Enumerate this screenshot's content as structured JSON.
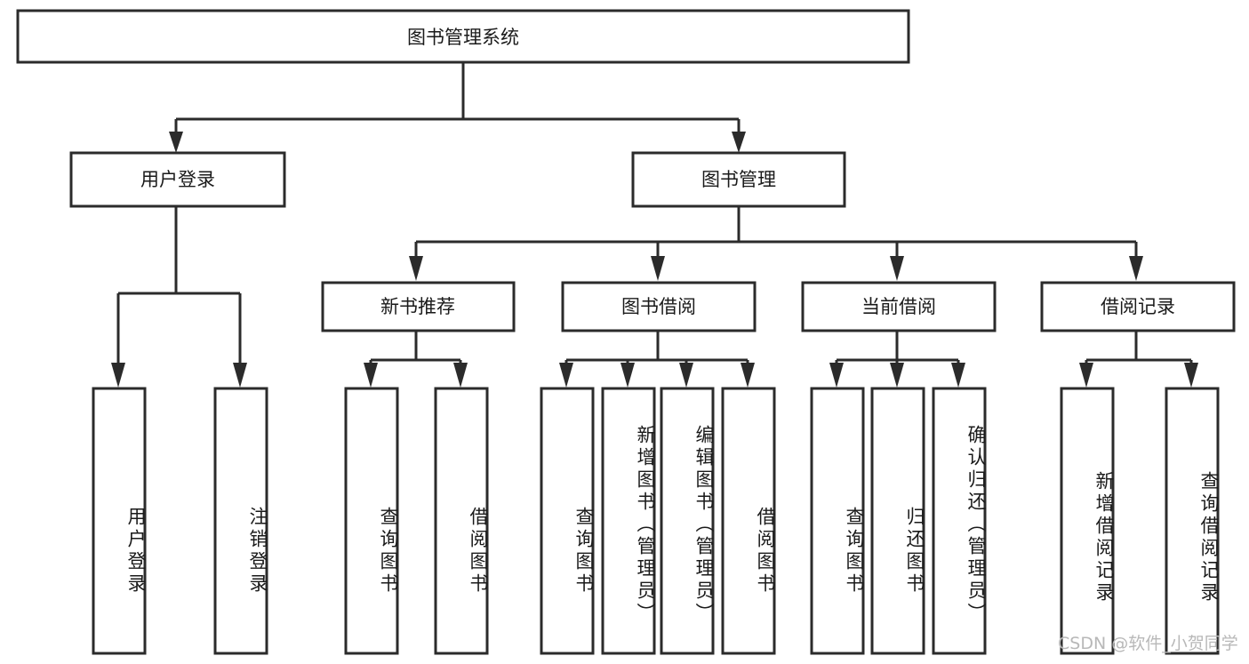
{
  "diagram": {
    "title": "图书管理系统",
    "type": "tree",
    "orientation": "top-down",
    "colors": {
      "node_stroke": "#2b2b2b",
      "node_fill": "#ffffff",
      "connector": "#2b2b2b",
      "text": "#1a1a1a",
      "watermark": "#b8b8b8",
      "background": "#ffffff"
    },
    "root": {
      "label": "图书管理系统"
    },
    "level2": [
      {
        "id": "user-login",
        "label": "用户登录"
      },
      {
        "id": "book-management",
        "label": "图书管理"
      }
    ],
    "level3": [
      {
        "id": "new-book-recommend",
        "label": "新书推荐",
        "parent": "book-management"
      },
      {
        "id": "book-borrow",
        "label": "图书借阅",
        "parent": "book-management"
      },
      {
        "id": "current-borrow",
        "label": "当前借阅",
        "parent": "book-management"
      },
      {
        "id": "borrow-record",
        "label": "借阅记录",
        "parent": "book-management"
      }
    ],
    "leaves": {
      "user-login": [
        {
          "id": "leaf-user-login",
          "label": "用户登录"
        },
        {
          "id": "leaf-logout-login",
          "label": "注销登录"
        }
      ],
      "new-book-recommend": [
        {
          "id": "leaf-query-book-1",
          "label": "查询图书"
        },
        {
          "id": "leaf-borrow-book-1",
          "label": "借阅图书"
        }
      ],
      "book-borrow": [
        {
          "id": "leaf-query-book-2",
          "label": "查询图书"
        },
        {
          "id": "leaf-add-book",
          "label": "新增图书（管理员）"
        },
        {
          "id": "leaf-edit-book",
          "label": "编辑图书（管理员）"
        },
        {
          "id": "leaf-borrow-book-2",
          "label": "借阅图书"
        }
      ],
      "current-borrow": [
        {
          "id": "leaf-query-book-3",
          "label": "查询图书"
        },
        {
          "id": "leaf-return-book",
          "label": "归还图书"
        },
        {
          "id": "leaf-confirm-return",
          "label": "确认归还（管理员）"
        }
      ],
      "borrow-record": [
        {
          "id": "leaf-add-record",
          "label": "新增借阅记录"
        },
        {
          "id": "leaf-query-record",
          "label": "查询借阅记录"
        }
      ]
    }
  },
  "watermark": {
    "text": "CSDN @软件_小贺同学"
  }
}
